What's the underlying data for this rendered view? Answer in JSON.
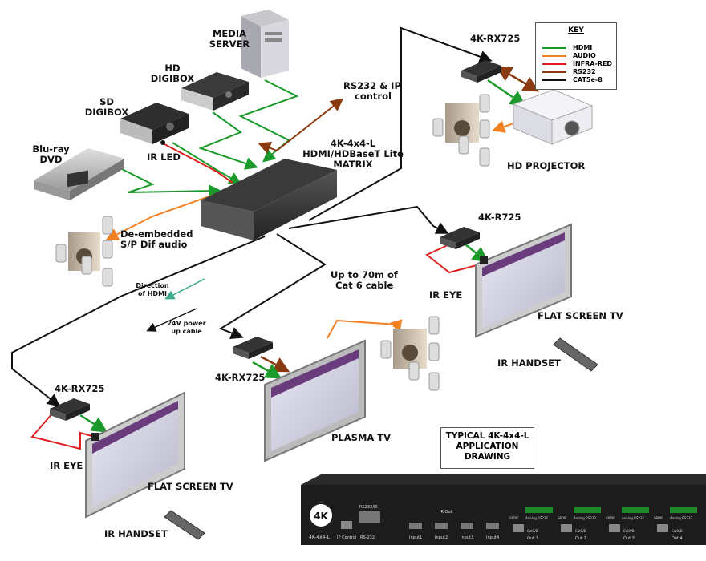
{
  "labels": {
    "media_server": [
      "MEDIA",
      "SERVER"
    ],
    "hd_digibox": [
      "HD",
      "DIGIBOX"
    ],
    "sd_digibox": [
      "SD",
      "DIGIBOX"
    ],
    "bluray": [
      "Blu-ray",
      "DVD"
    ],
    "ir_led": "IR LED",
    "rs232": [
      "RS232 & IP",
      "control"
    ],
    "matrix": [
      "4K-4x4-L",
      "HDMI/HDBaseT Lite",
      "MATRIX"
    ],
    "deembedded": [
      "De-embedded",
      "S/P Dif audio"
    ],
    "direction_hdmi": [
      "Direction",
      "of HDMI"
    ],
    "power_cable": [
      "24V power",
      "up cable"
    ],
    "up_to_70m": [
      "Up to 70m of",
      "Cat 6 cable"
    ],
    "rx725_top": "4K-RX725",
    "hd_projector": "HD PROJECTOR",
    "r725": "4K-R725",
    "ir_eye_right": "IR EYE",
    "flat_tv_right": "FLAT SCREEN TV",
    "ir_handset_right": "IR HANDSET",
    "rx725_mid": "4K-RX725",
    "plasma_tv": "PLASMA TV",
    "rx725_left": "4K-RX725",
    "ir_eye_left": "IR EYE",
    "flat_tv_left": "FLAT SCREEN TV",
    "ir_handset_left": "IR HANDSET",
    "typical": [
      "TYPICAL 4K-4x4-L",
      "APPLICATION",
      "DRAWING"
    ]
  },
  "key": {
    "title": "KEY",
    "items": [
      {
        "label": "HDMI",
        "color": "#1a9a2a"
      },
      {
        "label": "AUDIO",
        "color": "#f08020"
      },
      {
        "label": "INFRA-RED",
        "color": "#e02020"
      },
      {
        "label": "RS232",
        "color": "#8a3a10"
      },
      {
        "label": "CAT5e-8",
        "color": "#111111"
      }
    ]
  },
  "rear_panel": {
    "badge": "4K",
    "model": "4K-4x4-L",
    "ir_control": "IP Control",
    "rs232": "RS-232",
    "rs232_top": "RS232/IR",
    "input_labels": [
      "Input1",
      "Input2",
      "Input3",
      "Input4"
    ],
    "ir_out": "IR Out",
    "output_labels": [
      "Out 1",
      "Out 2",
      "Out 3",
      "Out 4"
    ],
    "analog": "Analog RS232",
    "spdif": "SPDIF",
    "cat": "CatX/B"
  },
  "colors": {
    "hdmi": "#1a9a2a",
    "audio": "#f08020",
    "ir": "#e02020",
    "rs232": "#8a3a10",
    "cat": "#111111"
  }
}
